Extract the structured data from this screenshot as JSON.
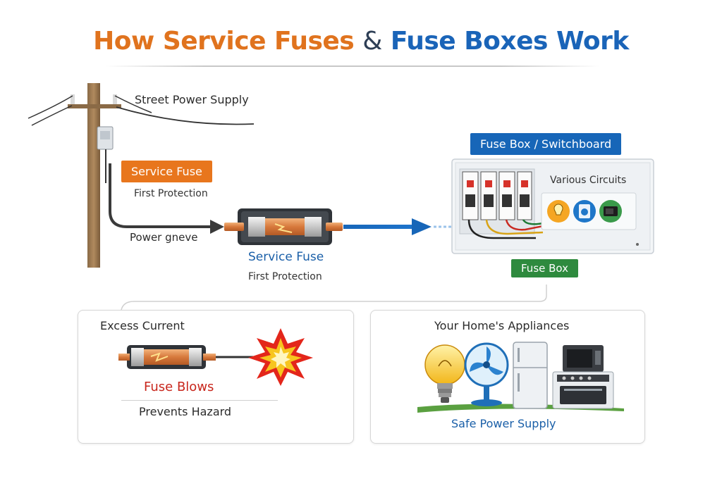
{
  "header": {
    "title_part1": "How Service Fuses",
    "title_amp": "&",
    "title_part2": "Fuse Boxes Work"
  },
  "pole": {
    "label": "Street Power Supply"
  },
  "service_fuse_tag": {
    "label": "Service Fuse",
    "sublabel": "First Protection"
  },
  "power_line": {
    "label": "Power gneve"
  },
  "service_fuse_center": {
    "label": "Service Fuse",
    "sublabel": "First Protection"
  },
  "fuse_box": {
    "header": "Fuse Box / Switchboard",
    "circuits_label": "Various Circuits",
    "footer_tag": "Fuse Box"
  },
  "excess_panel": {
    "title": "Excess Current",
    "blow_label": "Fuse Blows",
    "hazard_label": "Prevents Hazard"
  },
  "appliances_panel": {
    "title": "Your Home's Appliances",
    "footer": "Safe Power Supply"
  },
  "colors": {
    "orange": "#e8761d",
    "blue": "#1766b8",
    "green": "#2e8a3e",
    "red": "#c8261c"
  }
}
